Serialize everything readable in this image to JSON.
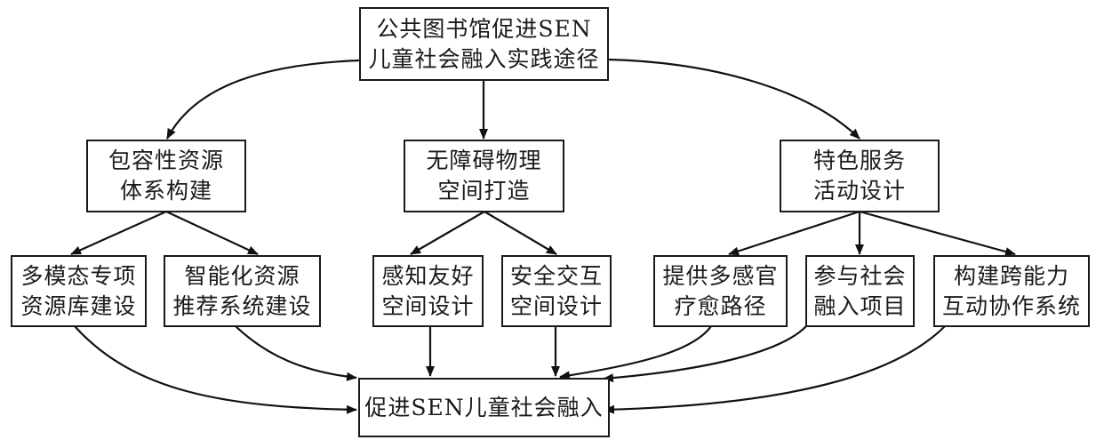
{
  "diagram": {
    "root": {
      "id": "root",
      "label": "公共图书馆促进SEN\n儿童社会融入实践途径"
    },
    "branches": [
      {
        "id": "b1",
        "label": "包容性资源\n体系构建",
        "children": [
          {
            "id": "c1",
            "label": "多模态专项\n资源库建设"
          },
          {
            "id": "c2",
            "label": "智能化资源\n推荐系统建设"
          }
        ]
      },
      {
        "id": "b2",
        "label": "无障碍物理\n空间打造",
        "children": [
          {
            "id": "c3",
            "label": "感知友好\n空间设计"
          },
          {
            "id": "c4",
            "label": "安全交互\n空间设计"
          }
        ]
      },
      {
        "id": "b3",
        "label": "特色服务\n活动设计",
        "children": [
          {
            "id": "c5",
            "label": "提供多感官\n疗愈路径"
          },
          {
            "id": "c6",
            "label": "参与社会\n融入项目"
          },
          {
            "id": "c7",
            "label": "构建跨能力\n互动协作系统"
          }
        ]
      }
    ],
    "outcome": {
      "id": "outcome",
      "label": "促进SEN儿童社会融入"
    },
    "edges": [
      [
        "root",
        "b1"
      ],
      [
        "root",
        "b2"
      ],
      [
        "root",
        "b3"
      ],
      [
        "b1",
        "c1"
      ],
      [
        "b1",
        "c2"
      ],
      [
        "b2",
        "c3"
      ],
      [
        "b2",
        "c4"
      ],
      [
        "b3",
        "c5"
      ],
      [
        "b3",
        "c6"
      ],
      [
        "b3",
        "c7"
      ],
      [
        "c1",
        "outcome"
      ],
      [
        "c2",
        "outcome"
      ],
      [
        "c3",
        "outcome"
      ],
      [
        "c4",
        "outcome"
      ],
      [
        "c5",
        "outcome"
      ],
      [
        "c6",
        "outcome"
      ],
      [
        "c7",
        "outcome"
      ]
    ]
  }
}
